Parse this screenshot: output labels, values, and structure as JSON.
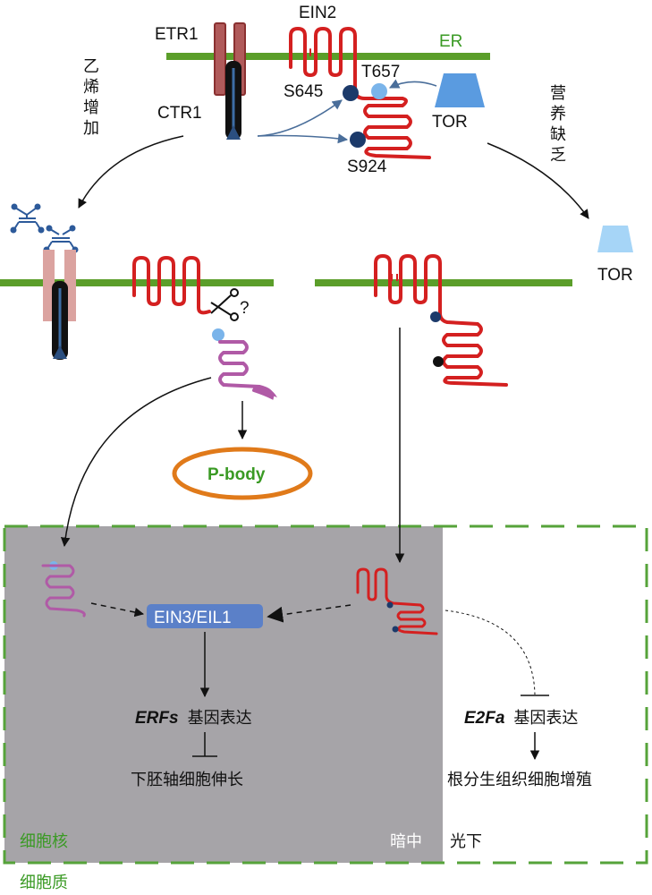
{
  "labels": {
    "etr1": "ETR1",
    "ein2": "EIN2",
    "er": "ER",
    "t657": "T657",
    "s645": "S645",
    "ctr1": "CTR1",
    "tor": "TOR",
    "s924": "S924",
    "ethylene_increase_0": "乙",
    "ethylene_increase_1": "烯",
    "ethylene_increase_2": "增",
    "ethylene_increase_3": "加",
    "nutrient_deficiency_0": "营",
    "nutrient_deficiency_1": "养",
    "nutrient_deficiency_2": "缺",
    "nutrient_deficiency_3": "乏",
    "question": "?",
    "p_body": "P-body",
    "ein3": "EIN3/EIL1",
    "erfs_gene": "ERFs",
    "e2fa_gene": "E2Fa",
    "gene_expression": "基因表达",
    "hypocotyl": "下胚轴细胞伸长",
    "root_meristem": "根分生组织细胞增殖",
    "nucleus": "细胞核",
    "dark": "暗中",
    "light": "光下",
    "cytoplasm": "细胞质"
  },
  "colors": {
    "membrane": "#5b9e2a",
    "ein2": "#d42020",
    "ein2_cleaved": "#b05aa6",
    "tor": "#5a9be0",
    "nucleus_dark": "#a6a4a8",
    "p_body": "#e07a1a"
  }
}
